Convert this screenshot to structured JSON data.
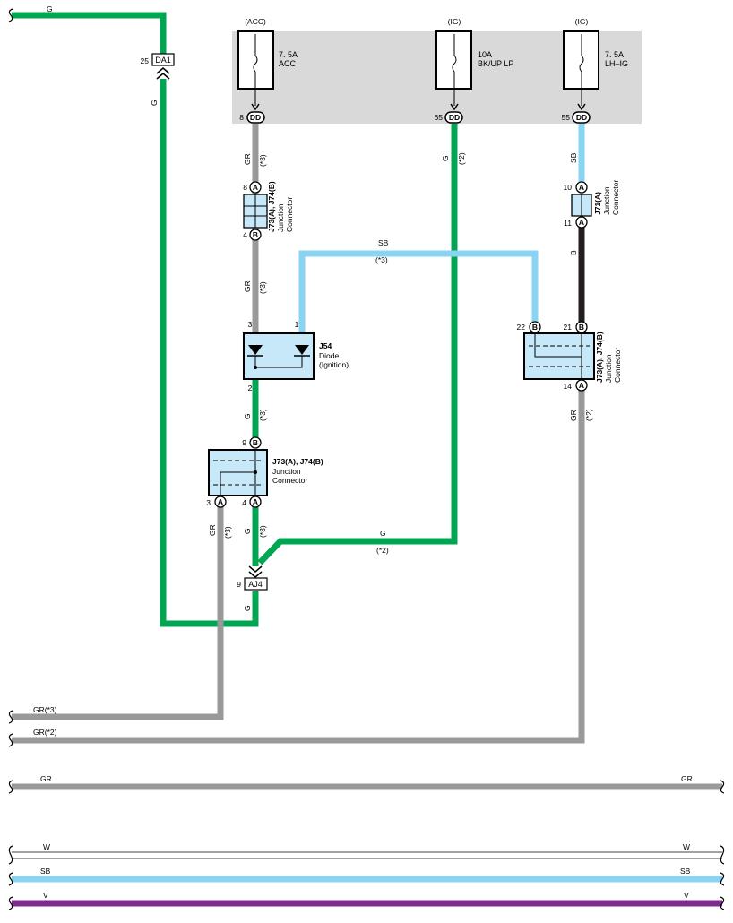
{
  "colors": {
    "G": "#00a651",
    "GR": "#999999",
    "SB": "#88d4f2",
    "B": "#231f20",
    "W": "#ffffff",
    "V": "#7c2c8c",
    "fuse_box": "#d9d9d9",
    "component_fill": "#c6e8f8"
  },
  "fuses": [
    {
      "supply": "(ACC)",
      "rating": "7. 5A",
      "name": "ACC",
      "pin": "8",
      "connector": "DD"
    },
    {
      "supply": "(IG)",
      "rating": "10A",
      "name": "BK/UP LP",
      "pin": "65",
      "connector": "DD"
    },
    {
      "supply": "(IG)",
      "rating": "7. 5A",
      "name": "LH–IG",
      "pin": "55",
      "connector": "DD"
    }
  ],
  "connectors": {
    "da1": {
      "id": "DA1",
      "pin": "25"
    },
    "aj4": {
      "id": "AJ4",
      "pin": "9"
    }
  },
  "components": {
    "jc_top": {
      "name": "J73(A), J74(B)",
      "desc1": "Junction",
      "desc2": "Connector",
      "pin_top": "8",
      "pin_top_letter": "A",
      "pin_bottom": "4",
      "pin_bottom_letter": "B"
    },
    "jc_j71": {
      "name": "J71(A)",
      "desc1": "Junction",
      "desc2": "Connector",
      "pin_top": "10",
      "pin_top_letter": "A",
      "pin_bottom": "11",
      "pin_bottom_letter": "A"
    },
    "diode": {
      "name": "J54",
      "desc1": "Diode",
      "desc2": "(Ignition)",
      "pin_in_left": "3",
      "pin_in_right": "1",
      "pin_out": "2"
    },
    "jc_right": {
      "name": "J73(A), J74(B)",
      "desc1": "Junction",
      "desc2": "Connector",
      "pin_left": "22",
      "pin_left_letter": "B",
      "pin_right": "21",
      "pin_right_letter": "B",
      "pin_bottom": "14",
      "pin_bottom_letter": "A"
    },
    "jc_mid": {
      "name": "J73(A), J74(B)",
      "desc1": "Junction",
      "desc2": "Connector",
      "pin_top": "9",
      "pin_top_letter": "B",
      "pin_bl": "3",
      "pin_bl_letter": "A",
      "pin_br": "4",
      "pin_br_letter": "A"
    }
  },
  "wire_labels": {
    "top_left_g": "G",
    "da1_g": "G",
    "acc_gr": "GR",
    "acc_note": "(*3)",
    "bk_g": "G",
    "bk_note": "(*2)",
    "lh_sb": "SB",
    "j71_b": "B",
    "sb_top": "SB",
    "sb_note": "(*3)",
    "jc_gr": "GR",
    "jc_note": "(*3)",
    "diode_g": "G",
    "diode_note": "(*3)",
    "right_gr": "GR",
    "right_note": "(*2)",
    "mid_gr": "GR",
    "mid_note": "(*3)",
    "mid_g": "G",
    "mid_g_note": "(*3)",
    "cross_g": "G",
    "cross_note": "(*2)",
    "aj4_g": "G",
    "gr3": "GR(*3)",
    "gr2": "GR(*2)",
    "bus_gr_left": "GR",
    "bus_gr_right": "GR",
    "bus_w_left": "W",
    "bus_w_right": "W",
    "bus_sb_left": "SB",
    "bus_sb_right": "SB",
    "bus_v_left": "V",
    "bus_v_right": "V"
  }
}
